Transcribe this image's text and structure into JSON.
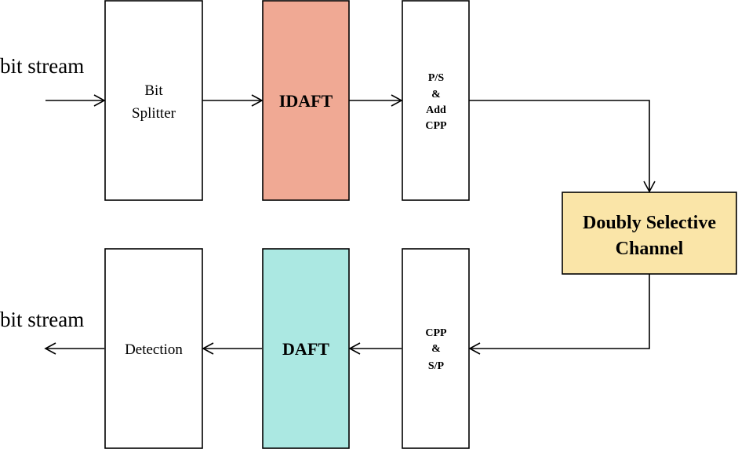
{
  "io": {
    "input_label": "bit stream",
    "output_label": "bit stream"
  },
  "blocks": {
    "bit_splitter": {
      "lines": [
        "Bit",
        "Splitter"
      ]
    },
    "idaft": {
      "label": "IDAFT"
    },
    "ps_add_cpp": {
      "lines": [
        "P/S",
        "&",
        "Add",
        "CPP"
      ]
    },
    "channel": {
      "lines": [
        "Doubly Selective",
        "Channel"
      ]
    },
    "cpp_sp": {
      "lines": [
        "CPP",
        "&",
        "S/P"
      ]
    },
    "daft": {
      "label": "DAFT"
    },
    "detection": {
      "label": "Detection"
    }
  },
  "colors": {
    "idaft_fill": "#F0A994",
    "daft_fill": "#ABE8E2",
    "channel_fill": "#FAE5A8",
    "plain_fill": "#FFFFFF",
    "stroke": "#000000"
  }
}
